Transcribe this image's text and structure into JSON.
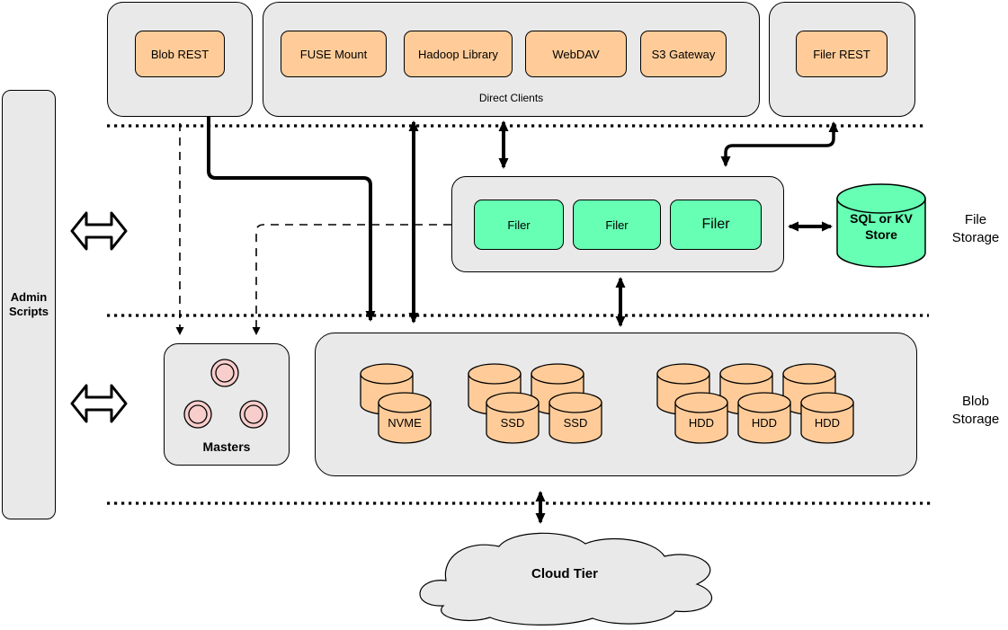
{
  "colors": {
    "container_fill": "#e9e9e9",
    "node_orange": "#ffcc99",
    "node_green": "#66ffb3",
    "node_pink": "#f8cecc",
    "line_black": "#000000"
  },
  "diagram": {
    "admin_label": "Admin Scripts",
    "blob_rest_label": "Blob REST",
    "clients": {
      "title": "Direct Clients",
      "items": [
        {
          "label": "FUSE Mount"
        },
        {
          "label": "Hadoop Library"
        },
        {
          "label": "WebDAV"
        },
        {
          "label": "S3 Gateway"
        }
      ]
    },
    "filer_rest_label": "Filer REST",
    "filers": [
      {
        "label": "Filer"
      },
      {
        "label": "Filer"
      },
      {
        "label": "Filer"
      }
    ],
    "sql_store_label": "SQL or KV Store",
    "file_storage_label": "File Storage",
    "blob_storage_label": "Blob Storage",
    "masters_label": "Masters",
    "drives": {
      "nvme": "NVME",
      "ssd": [
        "SSD",
        "SSD"
      ],
      "hdd": [
        "HDD",
        "HDD",
        "HDD"
      ]
    },
    "cloud_label": "Cloud Tier"
  }
}
